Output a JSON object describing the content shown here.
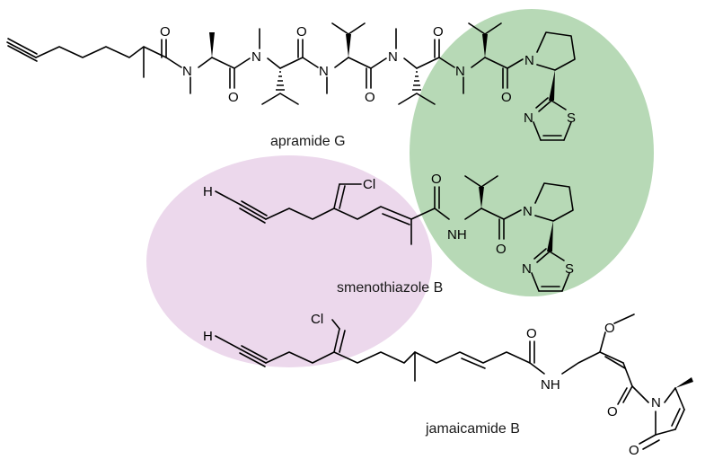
{
  "highlight_colors": {
    "green_region": "#b7d9b6",
    "purple_region": "#ecd8ec"
  },
  "compounds": [
    {
      "name": "apramide G"
    },
    {
      "name": "smenothiazole B"
    },
    {
      "name": "jamaicamide B"
    }
  ],
  "atoms": {
    "O": "O",
    "N": "N",
    "S": "S",
    "H": "H",
    "Cl": "Cl",
    "NH": "NH"
  }
}
